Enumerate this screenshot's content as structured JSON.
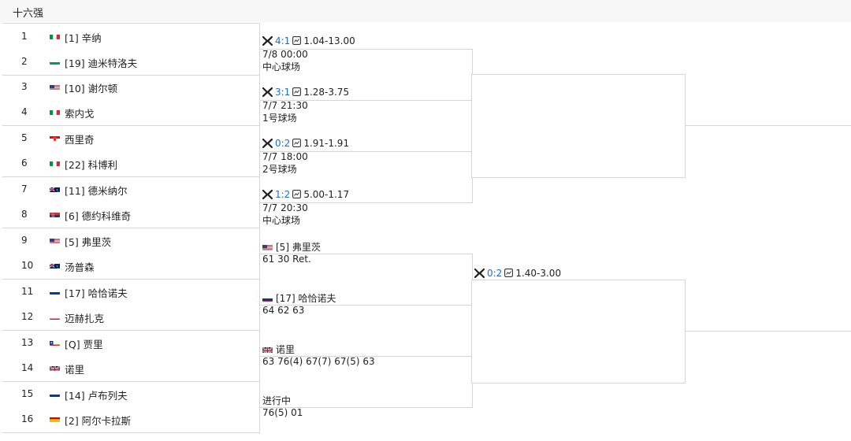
{
  "round_title": "十六强",
  "players": [
    {
      "num": "1",
      "name": "[1] 辛纳",
      "flag": "italy"
    },
    {
      "num": "2",
      "name": "[19] 迪米特洛夫",
      "flag": "bulgaria"
    },
    {
      "num": "3",
      "name": "[10] 谢尔顿",
      "flag": "usa"
    },
    {
      "num": "4",
      "name": "索内戈",
      "flag": "italy"
    },
    {
      "num": "5",
      "name": "西里奇",
      "flag": "croatia"
    },
    {
      "num": "6",
      "name": "[22] 科博利",
      "flag": "italy"
    },
    {
      "num": "7",
      "name": "[11] 德米纳尔",
      "flag": "australia"
    },
    {
      "num": "8",
      "name": "[6] 德约科维奇",
      "flag": "serbia"
    },
    {
      "num": "9",
      "name": "[5] 弗里茨",
      "flag": "usa"
    },
    {
      "num": "10",
      "name": "汤普森",
      "flag": "australia"
    },
    {
      "num": "11",
      "name": "[17] 哈恰诺夫",
      "flag": "russia"
    },
    {
      "num": "12",
      "name": "迈赫扎克",
      "flag": "poland"
    },
    {
      "num": "13",
      "name": "[Q] 贾里",
      "flag": "chile"
    },
    {
      "num": "14",
      "name": "诺里",
      "flag": "uk"
    },
    {
      "num": "15",
      "name": "[14] 卢布列夫",
      "flag": "russia"
    },
    {
      "num": "16",
      "name": "[2] 阿尔卡拉斯",
      "flag": "spain"
    }
  ],
  "qf_matches": [
    {
      "score": "4:1",
      "odds": "1.04-13.00",
      "time": "7/8 00:00",
      "court": "中心球场"
    },
    {
      "score": "3:1",
      "odds": "1.28-3.75",
      "time": "7/7 21:30",
      "court": "1号球场"
    },
    {
      "score": "0:2",
      "odds": "1.91-1.91",
      "time": "7/7 18:00",
      "court": "2号球场"
    },
    {
      "score": "1:2",
      "odds": "5.00-1.17",
      "time": "7/7 20:30",
      "court": "中心球场"
    }
  ],
  "qf_results": [
    {
      "player": "[5] 弗里茨",
      "flag": "usa",
      "sets": "61 30 Ret."
    },
    {
      "player": "[17] 哈恰诺夫",
      "flag": "russia",
      "sets": "64 62 63"
    },
    {
      "player": "诺里",
      "flag": "uk",
      "sets": "63 76(4) 67(7) 67(5) 63"
    },
    {
      "player": "进行中",
      "flag": "",
      "sets": "76(5) 01"
    }
  ],
  "sf_match": {
    "score": "0:2",
    "odds": "1.40-3.00"
  },
  "colors": {
    "score_link": "#1a6dd8",
    "border": "#d6d6d6",
    "header_bg": "#f7f7f7"
  }
}
